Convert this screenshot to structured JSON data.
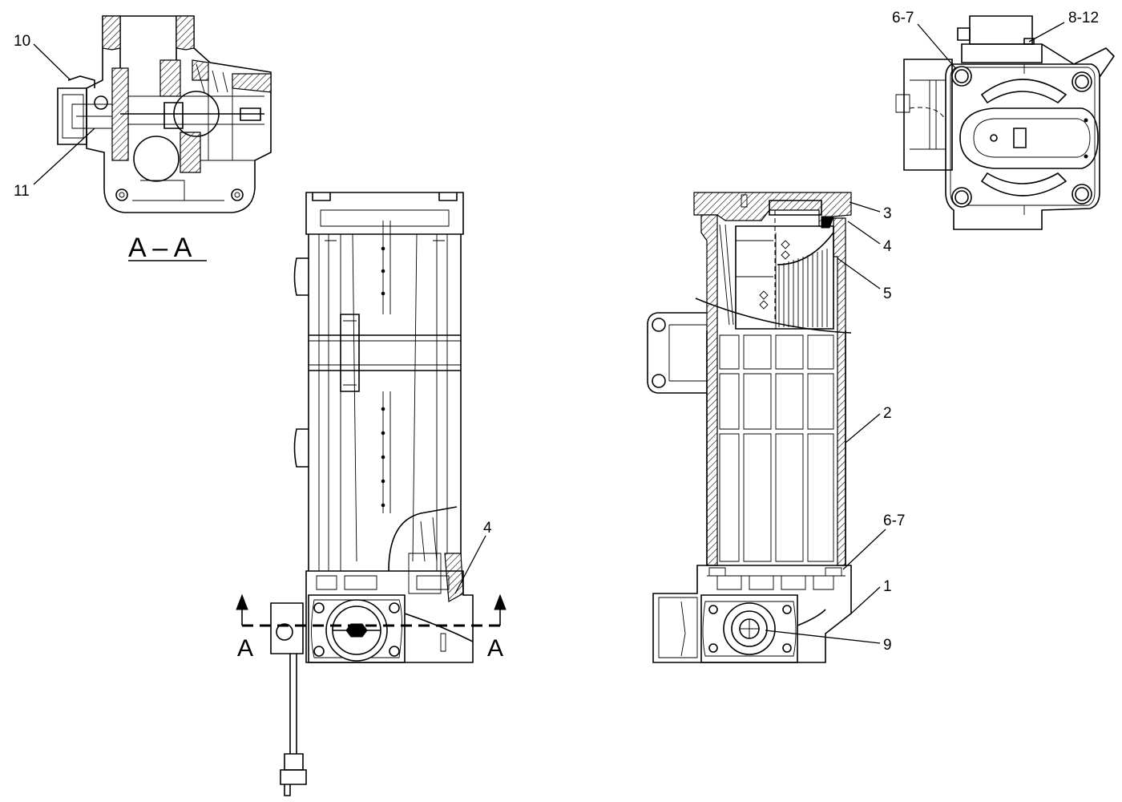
{
  "section_view": {
    "title": "A – A",
    "callouts": [
      "10",
      "11"
    ]
  },
  "front_view": {
    "section_markers": [
      "A",
      "A"
    ],
    "callouts": [
      "4"
    ]
  },
  "cutaway_view": {
    "callouts": [
      "3",
      "4",
      "5",
      "2",
      "6-7",
      "1",
      "9"
    ]
  },
  "top_view": {
    "callouts": [
      "6-7",
      "8-12"
    ]
  }
}
